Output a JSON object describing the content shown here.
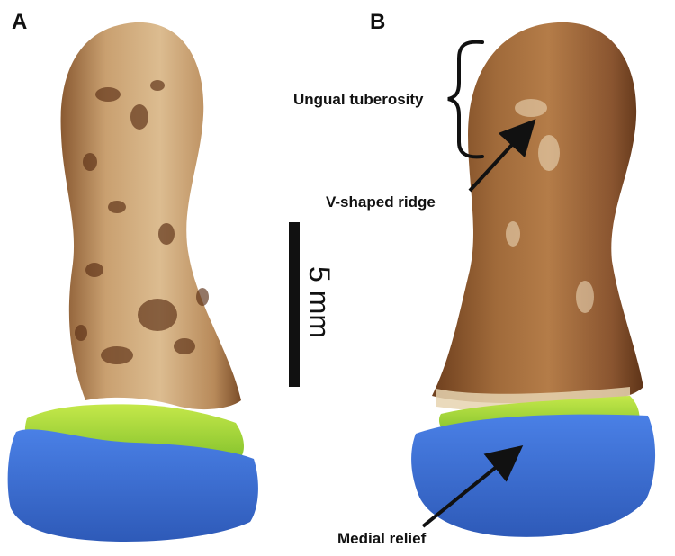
{
  "panels": {
    "a": {
      "label": "A"
    },
    "b": {
      "label": "B"
    }
  },
  "annotations": {
    "ungual_tuberosity": "Ungual tuberosity",
    "v_shaped_ridge": "V-shaped ridge",
    "medial_relief": "Medial relief"
  },
  "scale_bar": {
    "label": "5 mm",
    "length_mm": 5
  },
  "colors": {
    "bone_light": "#d9b48a",
    "bone_mid": "#b07a4a",
    "bone_dark": "#6a3a1c",
    "scan_blue": "#3f72d6",
    "scan_green": "#9fd53a",
    "ink": "#111111"
  }
}
